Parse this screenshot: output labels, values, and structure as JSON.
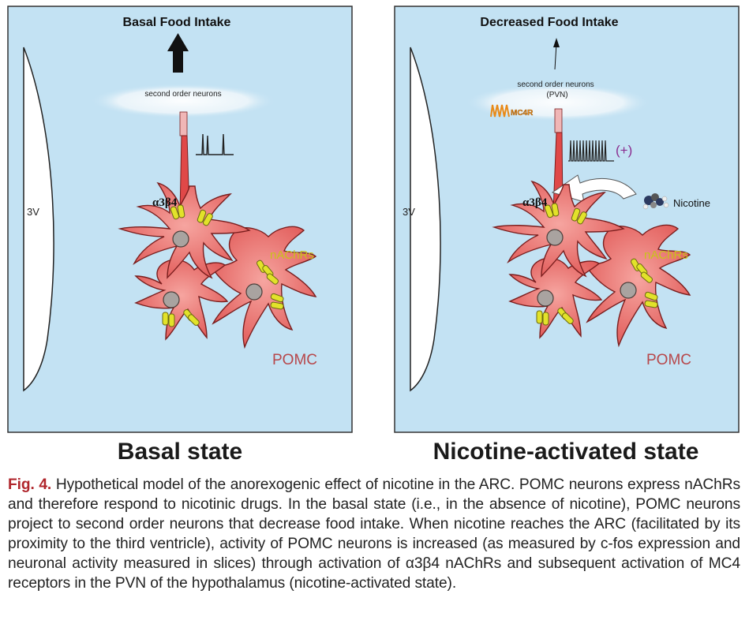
{
  "figure": {
    "left_panel": {
      "title": "Basal Food Intake",
      "neuron_label": "second order neurons",
      "ventricle_label": "3V",
      "receptor_label": "α3β4",
      "nachr_label": "nAChRs",
      "pomc_label": "POMC",
      "state_title": "Basal state"
    },
    "right_panel": {
      "title": "Decreased Food Intake",
      "neuron_label_line1": "second order neurons",
      "neuron_label_line2": "(PVN)",
      "mc4r_label": "MC4R",
      "plus_label": "(+)",
      "nicotine_label": "Nicotine",
      "ventricle_label": "3V",
      "receptor_label": "α3β4",
      "nachr_label": "nAChRs",
      "pomc_label": "POMC",
      "state_title": "Nicotine-activated state"
    },
    "colors": {
      "panel_bg": "#c3e2f3",
      "neuron_fill": "#e8605e",
      "neuron_stroke": "#7a1e1e",
      "receptor": "#e2e22a",
      "label_yellow": "#c9c21a",
      "pomc": "#b7474a",
      "mc4r": "#e88a18",
      "plus": "#8a2d8f"
    }
  },
  "caption": {
    "label": "Fig. 4.",
    "text": "Hypothetical model of the anorexogenic effect of nicotine in the ARC. POMC neurons express nAChRs and therefore respond to nicotinic drugs. In the basal state (i.e., in the absence of nicotine), POMC neurons project to second order neurons that decrease food intake. When nicotine reaches the ARC (facilitated by its proximity to the third ventricle), activity of POMC neurons is increased (as measured by c-fos expression and neuronal activity measured in slices) through activation of α3β4 nAChRs and subsequent activation of MC4 receptors in the PVN of the hypothalamus (nicotine-activated state)."
  }
}
